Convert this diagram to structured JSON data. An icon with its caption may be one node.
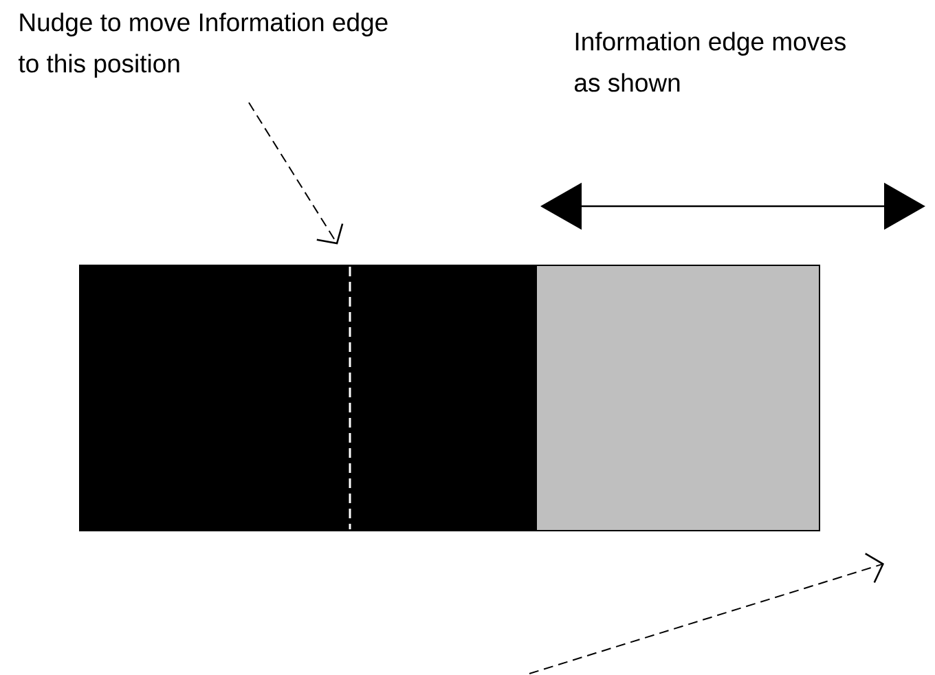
{
  "diagram": {
    "nodes": [
      {
        "text": [
          "Nudge to move Information edge to this position"
        ]
      },
      {
        "text": [],
        "shape": "box"
      },
      {
        "text": [],
        "shape": "box"
      },
      {
        "text": [],
        "shape": "line",
        "in": 1
      }
    ],
    "edges": [
      {
        "from": 0,
        "to": 3,
        "arrow": "to",
        "style": "dashed"
      }
    ],
    "labels": [
      "Information edge moves as shown"
    ]
  }
}
